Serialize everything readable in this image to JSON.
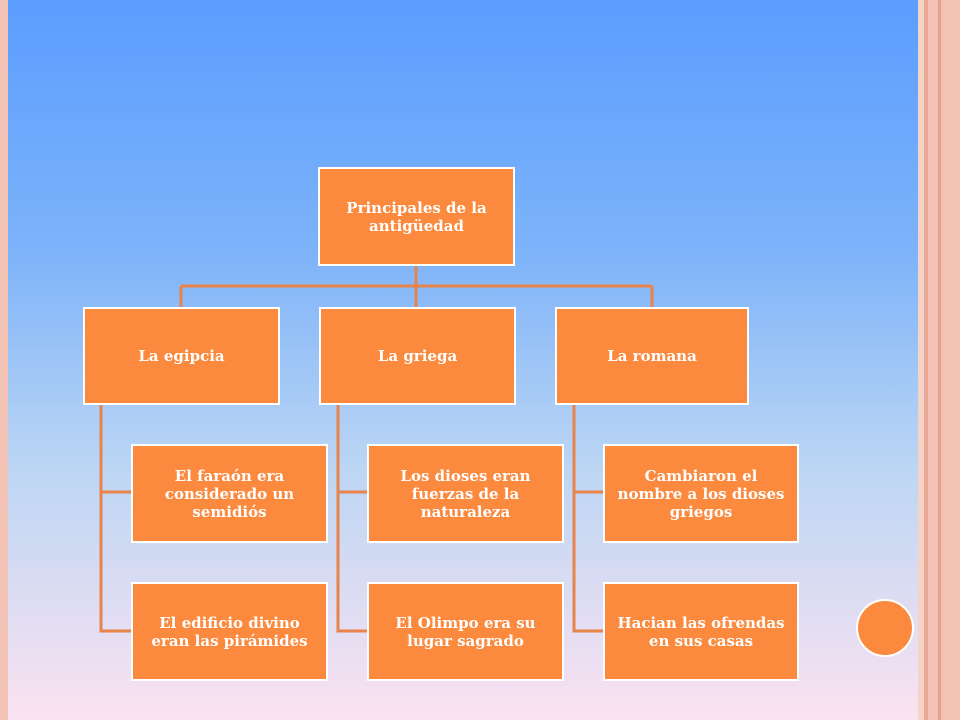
{
  "diagram": {
    "root": {
      "label": "Principales de la antigüedad"
    },
    "branches": [
      {
        "label": "La egipcia",
        "children": [
          "El faraón era considerado un semidiós",
          "El edificio divino eran las pirámides"
        ]
      },
      {
        "label": "La griega",
        "children": [
          "Los dioses eran fuerzas de la naturaleza",
          "El Olimpo era su lugar sagrado"
        ]
      },
      {
        "label": "La romana",
        "children": [
          "Cambiaron el nombre a los dioses griegos",
          "Hacian las ofrendas en sus casas"
        ]
      }
    ]
  },
  "colors": {
    "node_fill": "#fb8a3f",
    "connector": "#e8834a",
    "border_stripe": "#f2c3b4"
  }
}
